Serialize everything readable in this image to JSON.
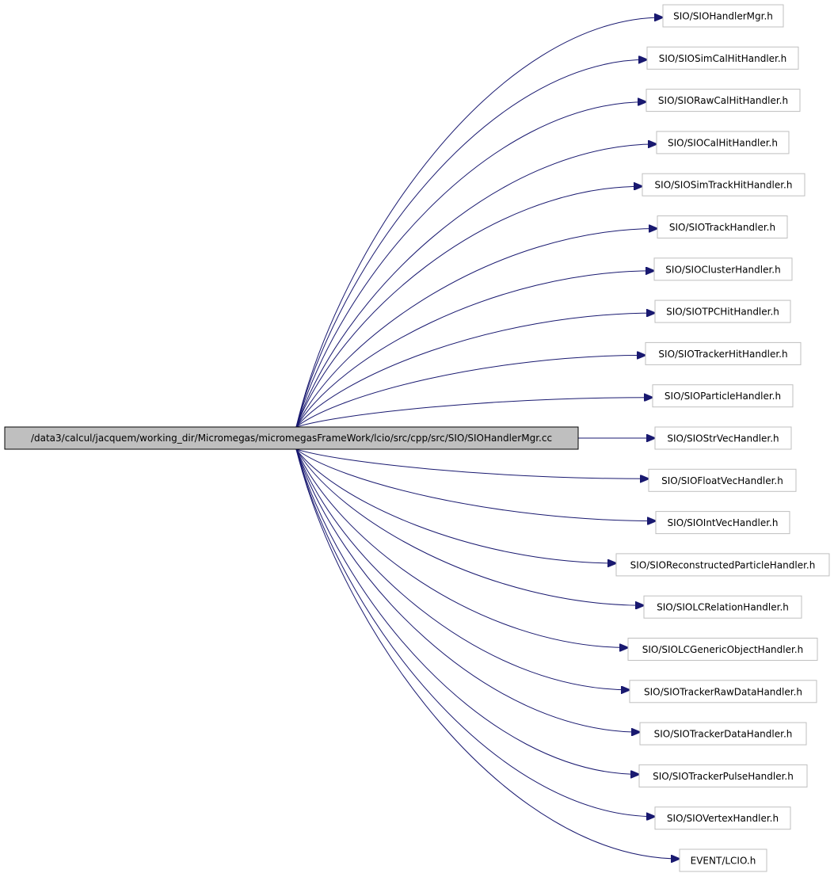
{
  "source": {
    "label": "/data3/calcul/jacquem/working_dir/Micromegas/micromegasFrameWork/lcio/src/cpp/src/SIO/SIOHandlerMgr.cc",
    "fill": "#bfbfbf",
    "stroke": "#000000"
  },
  "targets": [
    {
      "label": "SIO/SIOHandlerMgr.h"
    },
    {
      "label": "SIO/SIOSimCalHitHandler.h"
    },
    {
      "label": "SIO/SIORawCalHitHandler.h"
    },
    {
      "label": "SIO/SIOCalHitHandler.h"
    },
    {
      "label": "SIO/SIOSimTrackHitHandler.h"
    },
    {
      "label": "SIO/SIOTrackHandler.h"
    },
    {
      "label": "SIO/SIOClusterHandler.h"
    },
    {
      "label": "SIO/SIOTPCHitHandler.h"
    },
    {
      "label": "SIO/SIOTrackerHitHandler.h"
    },
    {
      "label": "SIO/SIOParticleHandler.h"
    },
    {
      "label": "SIO/SIOStrVecHandler.h"
    },
    {
      "label": "SIO/SIOFloatVecHandler.h"
    },
    {
      "label": "SIO/SIOIntVecHandler.h"
    },
    {
      "label": "SIO/SIOReconstructedParticleHandler.h"
    },
    {
      "label": "SIO/SIOLCRelationHandler.h"
    },
    {
      "label": "SIO/SIOLCGenericObjectHandler.h"
    },
    {
      "label": "SIO/SIOTrackerRawDataHandler.h"
    },
    {
      "label": "SIO/SIOTrackerDataHandler.h"
    },
    {
      "label": "SIO/SIOTrackerPulseHandler.h"
    },
    {
      "label": "SIO/SIOVertexHandler.h"
    },
    {
      "label": "EVENT/LCIO.h"
    }
  ],
  "colors": {
    "edge": "#191970",
    "target_stroke": "#bfbfbf",
    "target_fill": "#ffffff"
  }
}
